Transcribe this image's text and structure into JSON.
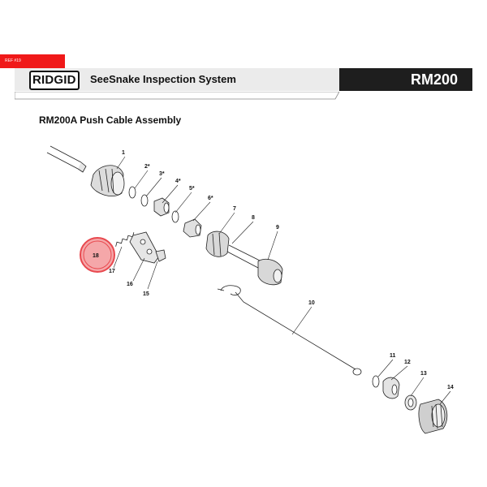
{
  "ref_tag": "REF #19",
  "header": {
    "brand": "RIDGID",
    "system_title": "SeeSnake Inspection System",
    "model": "RM200"
  },
  "section_title": "RM200A Push Cable Assembly",
  "callouts": [
    {
      "id": "1",
      "label": "1"
    },
    {
      "id": "2",
      "label": "2*"
    },
    {
      "id": "3",
      "label": "3*"
    },
    {
      "id": "4",
      "label": "4*"
    },
    {
      "id": "5",
      "label": "5*"
    },
    {
      "id": "6",
      "label": "6*"
    },
    {
      "id": "7",
      "label": "7"
    },
    {
      "id": "8",
      "label": "8"
    },
    {
      "id": "9",
      "label": "9"
    },
    {
      "id": "10",
      "label": "10"
    },
    {
      "id": "11",
      "label": "11"
    },
    {
      "id": "12",
      "label": "12"
    },
    {
      "id": "13",
      "label": "13"
    },
    {
      "id": "14",
      "label": "14"
    },
    {
      "id": "15",
      "label": "15"
    },
    {
      "id": "16",
      "label": "16"
    },
    {
      "id": "17",
      "label": "17"
    },
    {
      "id": "18",
      "label": "18"
    }
  ],
  "highlight_color": "#e8484e"
}
